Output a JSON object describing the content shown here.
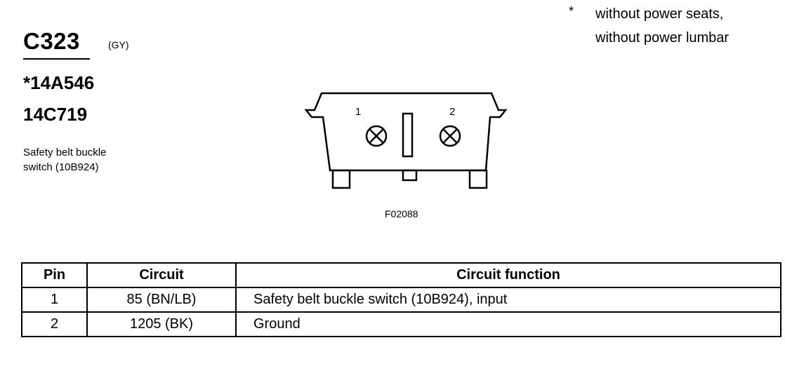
{
  "connector": {
    "code": "C323",
    "color": "(GY)",
    "parts": [
      "*14A546",
      "14C719"
    ],
    "description_lines": [
      "Safety belt buckle",
      "switch (10B924)"
    ]
  },
  "note": {
    "symbol": "*",
    "lines": [
      "without power seats,",
      "without power lumbar"
    ]
  },
  "diagram": {
    "pin_labels": [
      "1",
      "2"
    ],
    "figure_id": "F02088"
  },
  "table": {
    "headers": [
      "Pin",
      "Circuit",
      "Circuit function"
    ],
    "rows": [
      {
        "pin": "1",
        "circuit": "85 (BN/LB)",
        "function": "Safety belt buckle switch (10B924), input"
      },
      {
        "pin": "2",
        "circuit": "1205 (BK)",
        "function": "Ground"
      }
    ]
  }
}
